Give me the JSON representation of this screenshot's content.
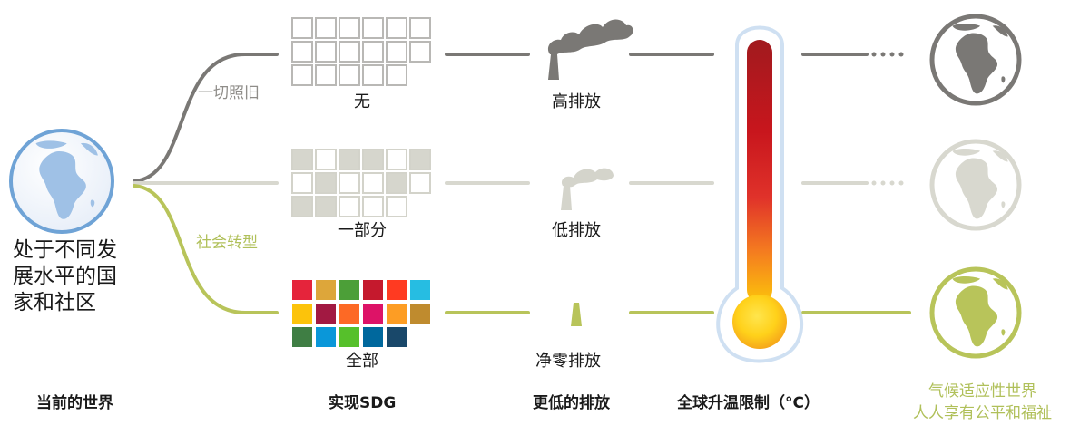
{
  "colors": {
    "gray_path": "#7a7875",
    "mid_path": "#d8d8cf",
    "green_path": "#b8c45a",
    "green_text": "#b0c05a",
    "globe_blue": "#6fa3d6"
  },
  "start": {
    "text_lines": [
      "处于不同发",
      "展水平的国",
      "家和社区"
    ]
  },
  "branches": {
    "gray_label": "一切照旧",
    "green_label": "社会转型"
  },
  "rows": [
    {
      "sdg_label": "无",
      "emission_label": "高排放"
    },
    {
      "sdg_label": "一部分",
      "emission_label": "低排放"
    },
    {
      "sdg_label": "全部",
      "emission_label": "净零排放"
    }
  ],
  "sdg_colors": [
    "#e5243b",
    "#dda63a",
    "#4c9f38",
    "#c5192d",
    "#ff3a21",
    "#26bde2",
    "#fcc30b",
    "#a21942",
    "#fd6925",
    "#dd1367",
    "#fd9d24",
    "#bf8b2e",
    "#3f7e44",
    "#0a97d9",
    "#56c02b",
    "#00689d",
    "#19486a"
  ],
  "bottom_labels": {
    "current_world": "当前的世界",
    "achieve_sdg": "实现SDG",
    "lower_emission": "更低的排放",
    "global_warming_limit": "全球升温限制（°C）",
    "climate_world_line1": "气候适应性世界",
    "climate_world_line2": "人人享有公平和福祉"
  },
  "icons": {
    "start_globe": "globe-icon",
    "sdg_grid": "sdg-grid-icon",
    "factory": "factory-smoke-icon",
    "thermometer": "thermometer-icon",
    "end_globe": "globe-icon"
  }
}
